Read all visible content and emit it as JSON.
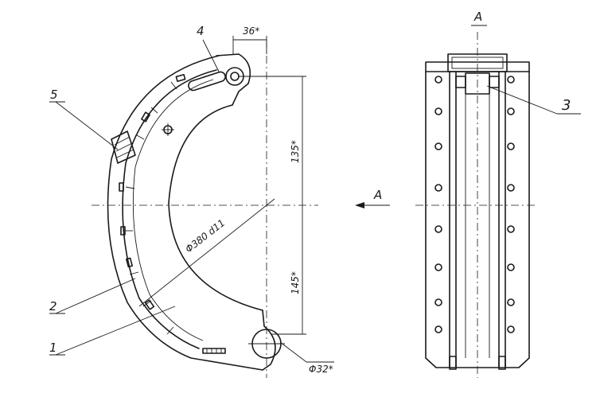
{
  "labels": {
    "part_1": "1",
    "part_2": "2",
    "part_3": "3",
    "part_4": "4",
    "part_5": "5"
  },
  "dimensions": {
    "top_width": "36*",
    "upper_height": "135*",
    "lower_height": "145*",
    "inner_diameter": "Φ380 d11",
    "hole_diameter": "Φ32*"
  },
  "view": {
    "arrow_label": "A",
    "section_title": "A"
  }
}
